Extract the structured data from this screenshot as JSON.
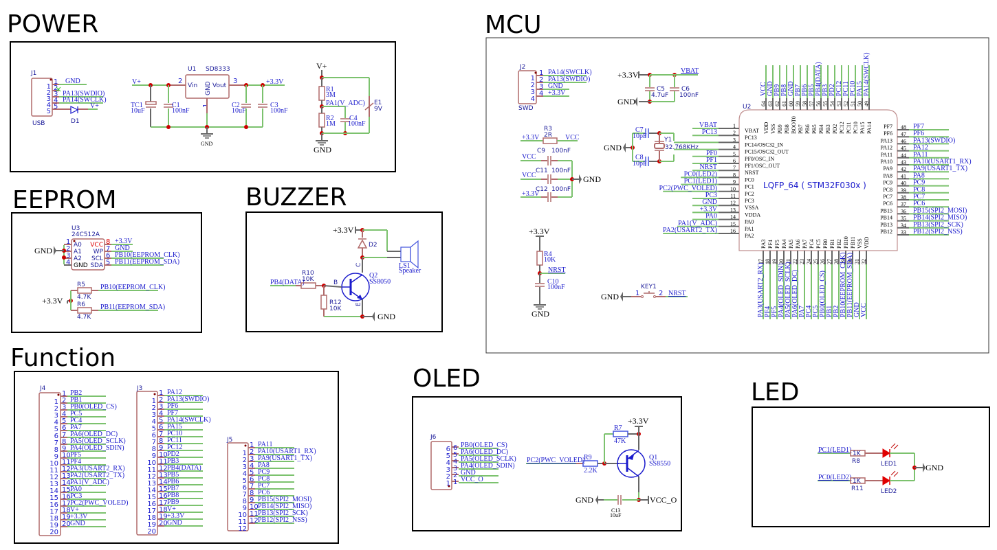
{
  "sections": {
    "power": "POWER",
    "eeprom": "EEPROM",
    "buzzer": "BUZZER",
    "mcu": "MCU",
    "function": "Function",
    "oled": "OLED",
    "led": "LED"
  },
  "power": {
    "j1": {
      "ref": "J1",
      "name": "USB",
      "pins": [
        "1",
        "2",
        "3",
        "4",
        "5"
      ],
      "nets": [
        "GND",
        "",
        "PA13(SWDIO)",
        "PA14(SWCLK)",
        "V+"
      ]
    },
    "d1": "D1",
    "u1": {
      "ref": "U1",
      "value": "SD8333",
      "vin": "Vin",
      "vout": "Vout",
      "gnd": "GND",
      "pin_vin": "2",
      "pin_vout": "3",
      "pin_gnd": "1"
    },
    "tc1": {
      "ref": "TC1",
      "value": "10uF"
    },
    "c1": {
      "ref": "C1",
      "value": "100nF"
    },
    "c2": {
      "ref": "C2",
      "value": "10uF"
    },
    "c3": {
      "ref": "C3",
      "value": "100nF"
    },
    "vplus": "V+",
    "v33": "+3.3V",
    "gnd": "GND",
    "r1": {
      "ref": "R1",
      "value": "3M"
    },
    "r2": {
      "ref": "R2",
      "value": "1M"
    },
    "c4": {
      "ref": "C4",
      "value": "100nF"
    },
    "e1": {
      "ref": "E1",
      "value": "9V"
    },
    "adc": "PA1(V_ADC)"
  },
  "eeprom": {
    "u3": {
      "ref": "U3",
      "value": "24C512A"
    },
    "left_pins": [
      {
        "num": "1",
        "name": "A0"
      },
      {
        "num": "2",
        "name": "A1"
      },
      {
        "num": "3",
        "name": "A2"
      },
      {
        "num": "4",
        "name": "GND"
      }
    ],
    "right_pins": [
      {
        "num": "8",
        "name": "VCC",
        "net": "+3.3V"
      },
      {
        "num": "7",
        "name": "WP",
        "net": "GND"
      },
      {
        "num": "6",
        "name": "SCL",
        "net": "PB10(EEPROM_CLK)"
      },
      {
        "num": "5",
        "name": "SDA",
        "net": "PB11(EEPROM_SDA)"
      }
    ],
    "gnd": "GND",
    "v33": "+3.3V",
    "r5": {
      "ref": "R5",
      "value": "4.7K",
      "net": "PB10(EEPROM_CLK)"
    },
    "r6": {
      "ref": "R6",
      "value": "4.7K",
      "net": "PB11(EEPROM_SDA)"
    }
  },
  "buzzer": {
    "v33": "+3.3V",
    "d2": "D2",
    "ls1": {
      "ref": "LS1",
      "value": "Speaker"
    },
    "r10": {
      "ref": "R10",
      "value": "10K"
    },
    "r12": {
      "ref": "R12",
      "value": "10K"
    },
    "q2": {
      "ref": "Q2",
      "value": "SS8050"
    },
    "input": "PB4(DATA)",
    "b": "B",
    "c": "C",
    "e": "E",
    "gnd": "GND"
  },
  "mcu": {
    "j2": {
      "ref": "J2",
      "name": "SWD",
      "pins": [
        "1",
        "2",
        "3",
        "4"
      ],
      "nets": [
        "PA14(SWCLK)",
        "PA13(SWDIO)",
        "GND",
        "+3.3V"
      ]
    },
    "vbat_net": "VBAT",
    "v33": "+3.3V",
    "gnd": "GND",
    "c5": {
      "ref": "C5",
      "value": "4.7uF"
    },
    "c6": {
      "ref": "C6",
      "value": "100nF"
    },
    "r3": {
      "ref": "R3",
      "value": "2R"
    },
    "vcc": "VCC",
    "c9": {
      "ref": "C9",
      "value": "100nF"
    },
    "c11": {
      "ref": "C11",
      "value": "100nF"
    },
    "c12": {
      "ref": "C12",
      "value": "100nF"
    },
    "c7": {
      "ref": "C7",
      "value": "10pF"
    },
    "c8": {
      "ref": "C8",
      "value": "10pF"
    },
    "y1": {
      "ref": "Y1",
      "value": "32.768KHz"
    },
    "r4": {
      "ref": "R4",
      "value": "10K"
    },
    "c10": {
      "ref": "C10",
      "value": "100nF"
    },
    "nrst": "NRST",
    "key1": {
      "ref": "KEY1",
      "p1": "1",
      "p2": "2"
    },
    "u2": {
      "ref": "U2",
      "label": "LQFP_64 ( STM32F030x )"
    },
    "left": [
      {
        "num": "1",
        "pin": "VBAT",
        "net": "VBAT"
      },
      {
        "num": "2",
        "pin": "PC13",
        "net": "PC13"
      },
      {
        "num": "3",
        "pin": "PC14/OSC32_IN",
        "net": ""
      },
      {
        "num": "4",
        "pin": "PC15/OSC32_OUT",
        "net": ""
      },
      {
        "num": "5",
        "pin": "PF0/OSC_IN",
        "net": "PF0"
      },
      {
        "num": "6",
        "pin": "PF1/OSC_OUT",
        "net": "PF1"
      },
      {
        "num": "7",
        "pin": "NRST",
        "net": "NRST"
      },
      {
        "num": "8",
        "pin": "PC0",
        "net": "PC0(LED2)"
      },
      {
        "num": "9",
        "pin": "PC1",
        "net": "PC1(LED1)"
      },
      {
        "num": "10",
        "pin": "PC2",
        "net": "PC2(PWC_VOLED)"
      },
      {
        "num": "11",
        "pin": "PC3",
        "net": "PC3"
      },
      {
        "num": "12",
        "pin": "VSSA",
        "net": "GND"
      },
      {
        "num": "13",
        "pin": "VDDA",
        "net": "+3.3V"
      },
      {
        "num": "14",
        "pin": "PA0",
        "net": "PA0"
      },
      {
        "num": "15",
        "pin": "PA1",
        "net": "PA1(V_ADC)"
      },
      {
        "num": "16",
        "pin": "PA2",
        "net": "PA2(USART2_TX)"
      }
    ],
    "right": [
      {
        "num": "48",
        "pin": "PF7",
        "net": "PF7"
      },
      {
        "num": "47",
        "pin": "PF6",
        "net": "PF6"
      },
      {
        "num": "46",
        "pin": "PA13",
        "net": "PA13(SWDIO)"
      },
      {
        "num": "45",
        "pin": "PA12",
        "net": "PA12"
      },
      {
        "num": "44",
        "pin": "PA11",
        "net": "PA11"
      },
      {
        "num": "43",
        "pin": "PA10",
        "net": "PA10(USART1_RX)"
      },
      {
        "num": "42",
        "pin": "PA9",
        "net": "PA9(USART1_TX)"
      },
      {
        "num": "41",
        "pin": "PA8",
        "net": "PA8"
      },
      {
        "num": "40",
        "pin": "PC9",
        "net": "PC9"
      },
      {
        "num": "39",
        "pin": "PC8",
        "net": "PC8"
      },
      {
        "num": "38",
        "pin": "PC7",
        "net": "PC7"
      },
      {
        "num": "37",
        "pin": "PC6",
        "net": "PC6"
      },
      {
        "num": "36",
        "pin": "PB15",
        "net": "PB15(SPI2_MOSI)"
      },
      {
        "num": "35",
        "pin": "PB14",
        "net": "PB14(SPI2_MISO)"
      },
      {
        "num": "34",
        "pin": "PB13",
        "net": "PB13(SPI2_SCK)"
      },
      {
        "num": "33",
        "pin": "PB12",
        "net": "PB12(SPI2_NSS)"
      }
    ],
    "top": [
      {
        "num": "64",
        "pin": "VDD",
        "net": "VCC"
      },
      {
        "num": "63",
        "pin": "VSS",
        "net": "GND"
      },
      {
        "num": "62",
        "pin": "PB9",
        "net": "PB9"
      },
      {
        "num": "61",
        "pin": "PB8",
        "net": "PB8"
      },
      {
        "num": "60",
        "pin": "BOOT0",
        "net": "GND"
      },
      {
        "num": "59",
        "pin": "PB7",
        "net": "PB7"
      },
      {
        "num": "58",
        "pin": "PB6",
        "net": "PB6"
      },
      {
        "num": "57",
        "pin": "PB5",
        "net": "PB5"
      },
      {
        "num": "56",
        "pin": "PB4",
        "net": "PB4(DATA)"
      },
      {
        "num": "55",
        "pin": "PB3",
        "net": "PB3"
      },
      {
        "num": "54",
        "pin": "PD2",
        "net": "PD2"
      },
      {
        "num": "53",
        "pin": "PC12",
        "net": "PC12"
      },
      {
        "num": "52",
        "pin": "PC11",
        "net": "PC11"
      },
      {
        "num": "51",
        "pin": "PC10",
        "net": "PC10"
      },
      {
        "num": "50",
        "pin": "PA15",
        "net": "PA15"
      },
      {
        "num": "49",
        "pin": "PA14",
        "net": "PA14(SWCLK)"
      }
    ],
    "bottom": [
      {
        "num": "17",
        "pin": "PA3",
        "net": "PA3(USART2_RX)"
      },
      {
        "num": "18",
        "pin": "PF4",
        "net": "PF4"
      },
      {
        "num": "19",
        "pin": "PF5",
        "net": "PF5"
      },
      {
        "num": "20",
        "pin": "PA4",
        "net": "PA4(OLED_SDIN)"
      },
      {
        "num": "21",
        "pin": "PA5",
        "net": "PA5(OLED_SCLK)"
      },
      {
        "num": "22",
        "pin": "PA6",
        "net": "PA6(OLED_DC)"
      },
      {
        "num": "23",
        "pin": "PA7",
        "net": "PA7"
      },
      {
        "num": "24",
        "pin": "PC4",
        "net": "PC4"
      },
      {
        "num": "25",
        "pin": "PC5",
        "net": "PC5"
      },
      {
        "num": "26",
        "pin": "PB0",
        "net": "PB0(OLED_CS)"
      },
      {
        "num": "27",
        "pin": "PB1",
        "net": "PB1"
      },
      {
        "num": "28",
        "pin": "PB2",
        "net": "PB2"
      },
      {
        "num": "29",
        "pin": "PB10",
        "net": "PB10(EEPROM_CLK)"
      },
      {
        "num": "30",
        "pin": "PB11",
        "net": "PB11(EEPROM_SDA)"
      },
      {
        "num": "31",
        "pin": "VSS",
        "net": "GND"
      },
      {
        "num": "32",
        "pin": "VDD",
        "net": "VCC"
      }
    ]
  },
  "function": {
    "j4": {
      "ref": "J4",
      "nets": [
        "PB2",
        "PB1",
        "PB0(OLED_CS)",
        "PC5",
        "PC4",
        "PA7",
        "PA6(OLED_DC)",
        "PA5(OLED_SCLK)",
        "PA4(OLED_SDIN)",
        "PF5",
        "PF4",
        "PA3(USART2_RX)",
        "PA2(USART2_TX)",
        "PA1(V_ADC)",
        "PA0",
        "PC3",
        "PC2(PWC_VOLED)",
        "V+",
        "+3.3V",
        "GND"
      ]
    },
    "j3": {
      "ref": "J3",
      "nets": [
        "PA12",
        "PA13(SWDIO)",
        "PF6",
        "PF7",
        "PA14(SWCLK)",
        "PA15",
        "PC10",
        "PC11",
        "PC12",
        "PD2",
        "PB3",
        "PB4(DATA)",
        "PB5",
        "PB6",
        "PB7",
        "PB8",
        "PB9",
        "V+",
        "+3.3V",
        "GND"
      ]
    },
    "j5": {
      "ref": "J5",
      "nets": [
        "PA11",
        "PA10(USART1_RX)",
        "PA9(USART1_TX)",
        "PA8",
        "PC9",
        "PC8",
        "PC7",
        "PC6",
        "PB15(SPI2_MOSI)",
        "PB14(SPI2_MISO)",
        "PB13(SPI2_SCK)",
        "PB12(SPI2_NSS)"
      ]
    }
  },
  "oled": {
    "j6": {
      "ref": "J6",
      "pins": [
        "6",
        "5",
        "4",
        "3",
        "2",
        "1"
      ],
      "nets": [
        "PB0(OLED_CS)",
        "PA6(OLED_DC)",
        "PA5(OLED_SCLK)",
        "PA4(OLED_SDIN)",
        "GND",
        "VCC_O"
      ]
    },
    "input": "PC2(PWC_VOLED)",
    "r9": {
      "ref": "R9",
      "value": "2.2K"
    },
    "r7": {
      "ref": "R7",
      "value": "47K"
    },
    "q1": {
      "ref": "Q1",
      "value": "SS8550"
    },
    "v33": "+3.3V",
    "gnd": "GND",
    "c13": {
      "ref": "C13",
      "value": "10uF"
    },
    "vcc_o": "VCC_O"
  },
  "led": {
    "in1": "PC1(LED1)",
    "in2": "PC0(LED2)",
    "r8": {
      "ref": "R8",
      "value": "1K"
    },
    "r11": {
      "ref": "R11",
      "value": "1K"
    },
    "led1": "LED1",
    "led2": "LED2",
    "gnd": "GND"
  }
}
